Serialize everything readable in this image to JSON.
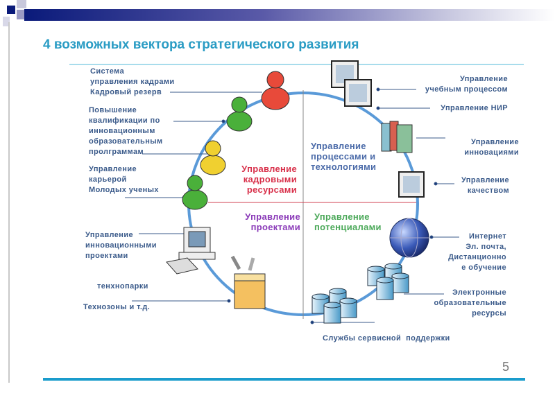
{
  "title": "4 возможных вектора стратегического развития",
  "page_number": "5",
  "center": {
    "hr": [
      "Управление",
      "кадровыми",
      "ресурсами"
    ],
    "processes": [
      "Управление",
      "процессами и",
      "технологиями"
    ],
    "projects": [
      "Управление",
      "проектами"
    ],
    "potentials": [
      "Управление",
      "потенциалами"
    ]
  },
  "left": {
    "hr_system": [
      "Система",
      "управления кадрами",
      "Кадровый резерв"
    ],
    "training": [
      "Повышение",
      "квалификации по",
      "инновационным",
      "образовательным",
      "пролграммам"
    ],
    "career": [
      "Управление",
      "карьерой",
      "Молодых ученых"
    ],
    "innov_projects": [
      "Управление",
      "инновационными",
      "проектами"
    ],
    "technoparks": "тенхнопарки",
    "technozones": "Технозоны и т.д."
  },
  "right": {
    "education": [
      "Управление",
      "учебным процессом"
    ],
    "research": "Управление НИР",
    "innovation": [
      "Управление",
      "инновациями"
    ],
    "quality": [
      "Управление",
      "качеством"
    ],
    "internet": [
      "Интернет",
      "Эл. почта,",
      "Дистанционно",
      "е обучение"
    ],
    "eresources": [
      "Электронные",
      "образовательные",
      "ресурсы"
    ],
    "support": "Службы сервисной  поддержки"
  },
  "colors": {
    "title": "#2a9cc4",
    "hr": "#d8304a",
    "processes": "#4a6aa8",
    "projects": "#8a3ab8",
    "potentials": "#4aa858",
    "ring": "#5a9ad8"
  }
}
